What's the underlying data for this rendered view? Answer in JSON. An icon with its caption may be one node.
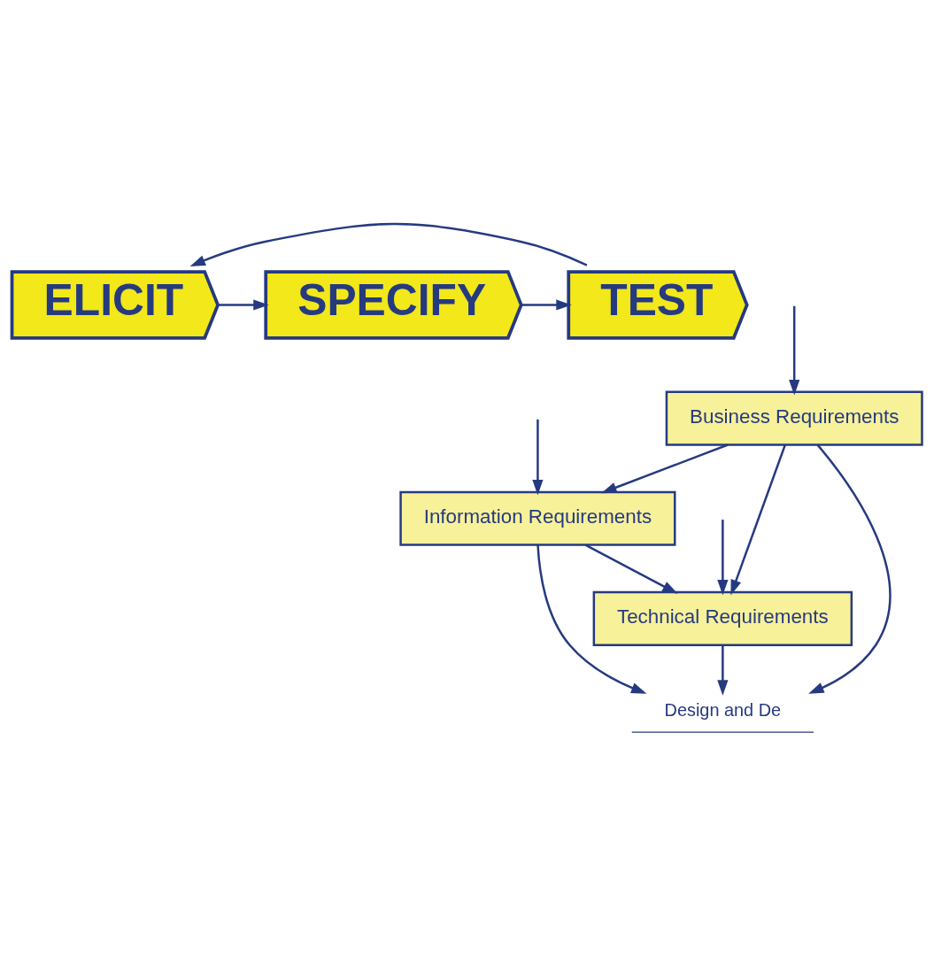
{
  "diagram": {
    "nodes": [
      {
        "text": [
          "ELICIT"
        ]
      },
      {
        "text": [
          "SPECIFY"
        ]
      },
      {
        "text": [
          "TEST"
        ]
      },
      {
        "text": [
          "Business Requirements"
        ]
      },
      {
        "text": [
          "Information Requirements"
        ]
      },
      {
        "text": [
          "Technical Requirements"
        ]
      },
      {
        "text": [
          "Design and De"
        ]
      }
    ],
    "edges": [
      {
        "from": 0,
        "to": 1,
        "arrow": "to"
      },
      {
        "from": 1,
        "to": 2,
        "arrow": "to"
      },
      {
        "from": 2,
        "to": 0,
        "arrow": "to"
      },
      {
        "from": null,
        "to": 3,
        "arrow": "to"
      },
      {
        "from": null,
        "to": 4,
        "arrow": "to"
      },
      {
        "from": null,
        "to": 5,
        "arrow": "to"
      },
      {
        "from": 3,
        "to": 4,
        "arrow": "to"
      },
      {
        "from": 4,
        "to": 5,
        "arrow": "to"
      },
      {
        "from": 3,
        "to": 5,
        "arrow": "to"
      },
      {
        "from": 3,
        "to": 6,
        "arrow": "to"
      },
      {
        "from": 4,
        "to": 6,
        "arrow": "to"
      },
      {
        "from": 5,
        "to": 6,
        "arrow": "to"
      }
    ]
  }
}
